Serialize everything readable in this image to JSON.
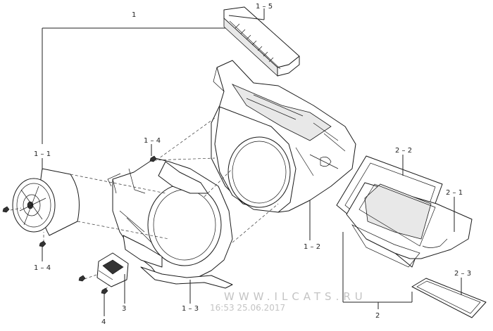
{
  "labels": {
    "main_1": "1",
    "part_1_5": "1 – 5",
    "part_1_4_top": "1 – 4",
    "part_1_1": "1 – 1",
    "part_1_4_bottom": "1 – 4",
    "part_1_2": "1 – 2",
    "part_1_3": "1 – 3",
    "part_3": "3",
    "part_4": "4",
    "part_2_2": "2 – 2",
    "part_2_1": "2 – 1",
    "part_2_3": "2 – 3",
    "main_2": "2"
  },
  "watermark": {
    "site": "WWW.ILCATS.RU",
    "timestamp": "16:53 25.06.2017"
  }
}
